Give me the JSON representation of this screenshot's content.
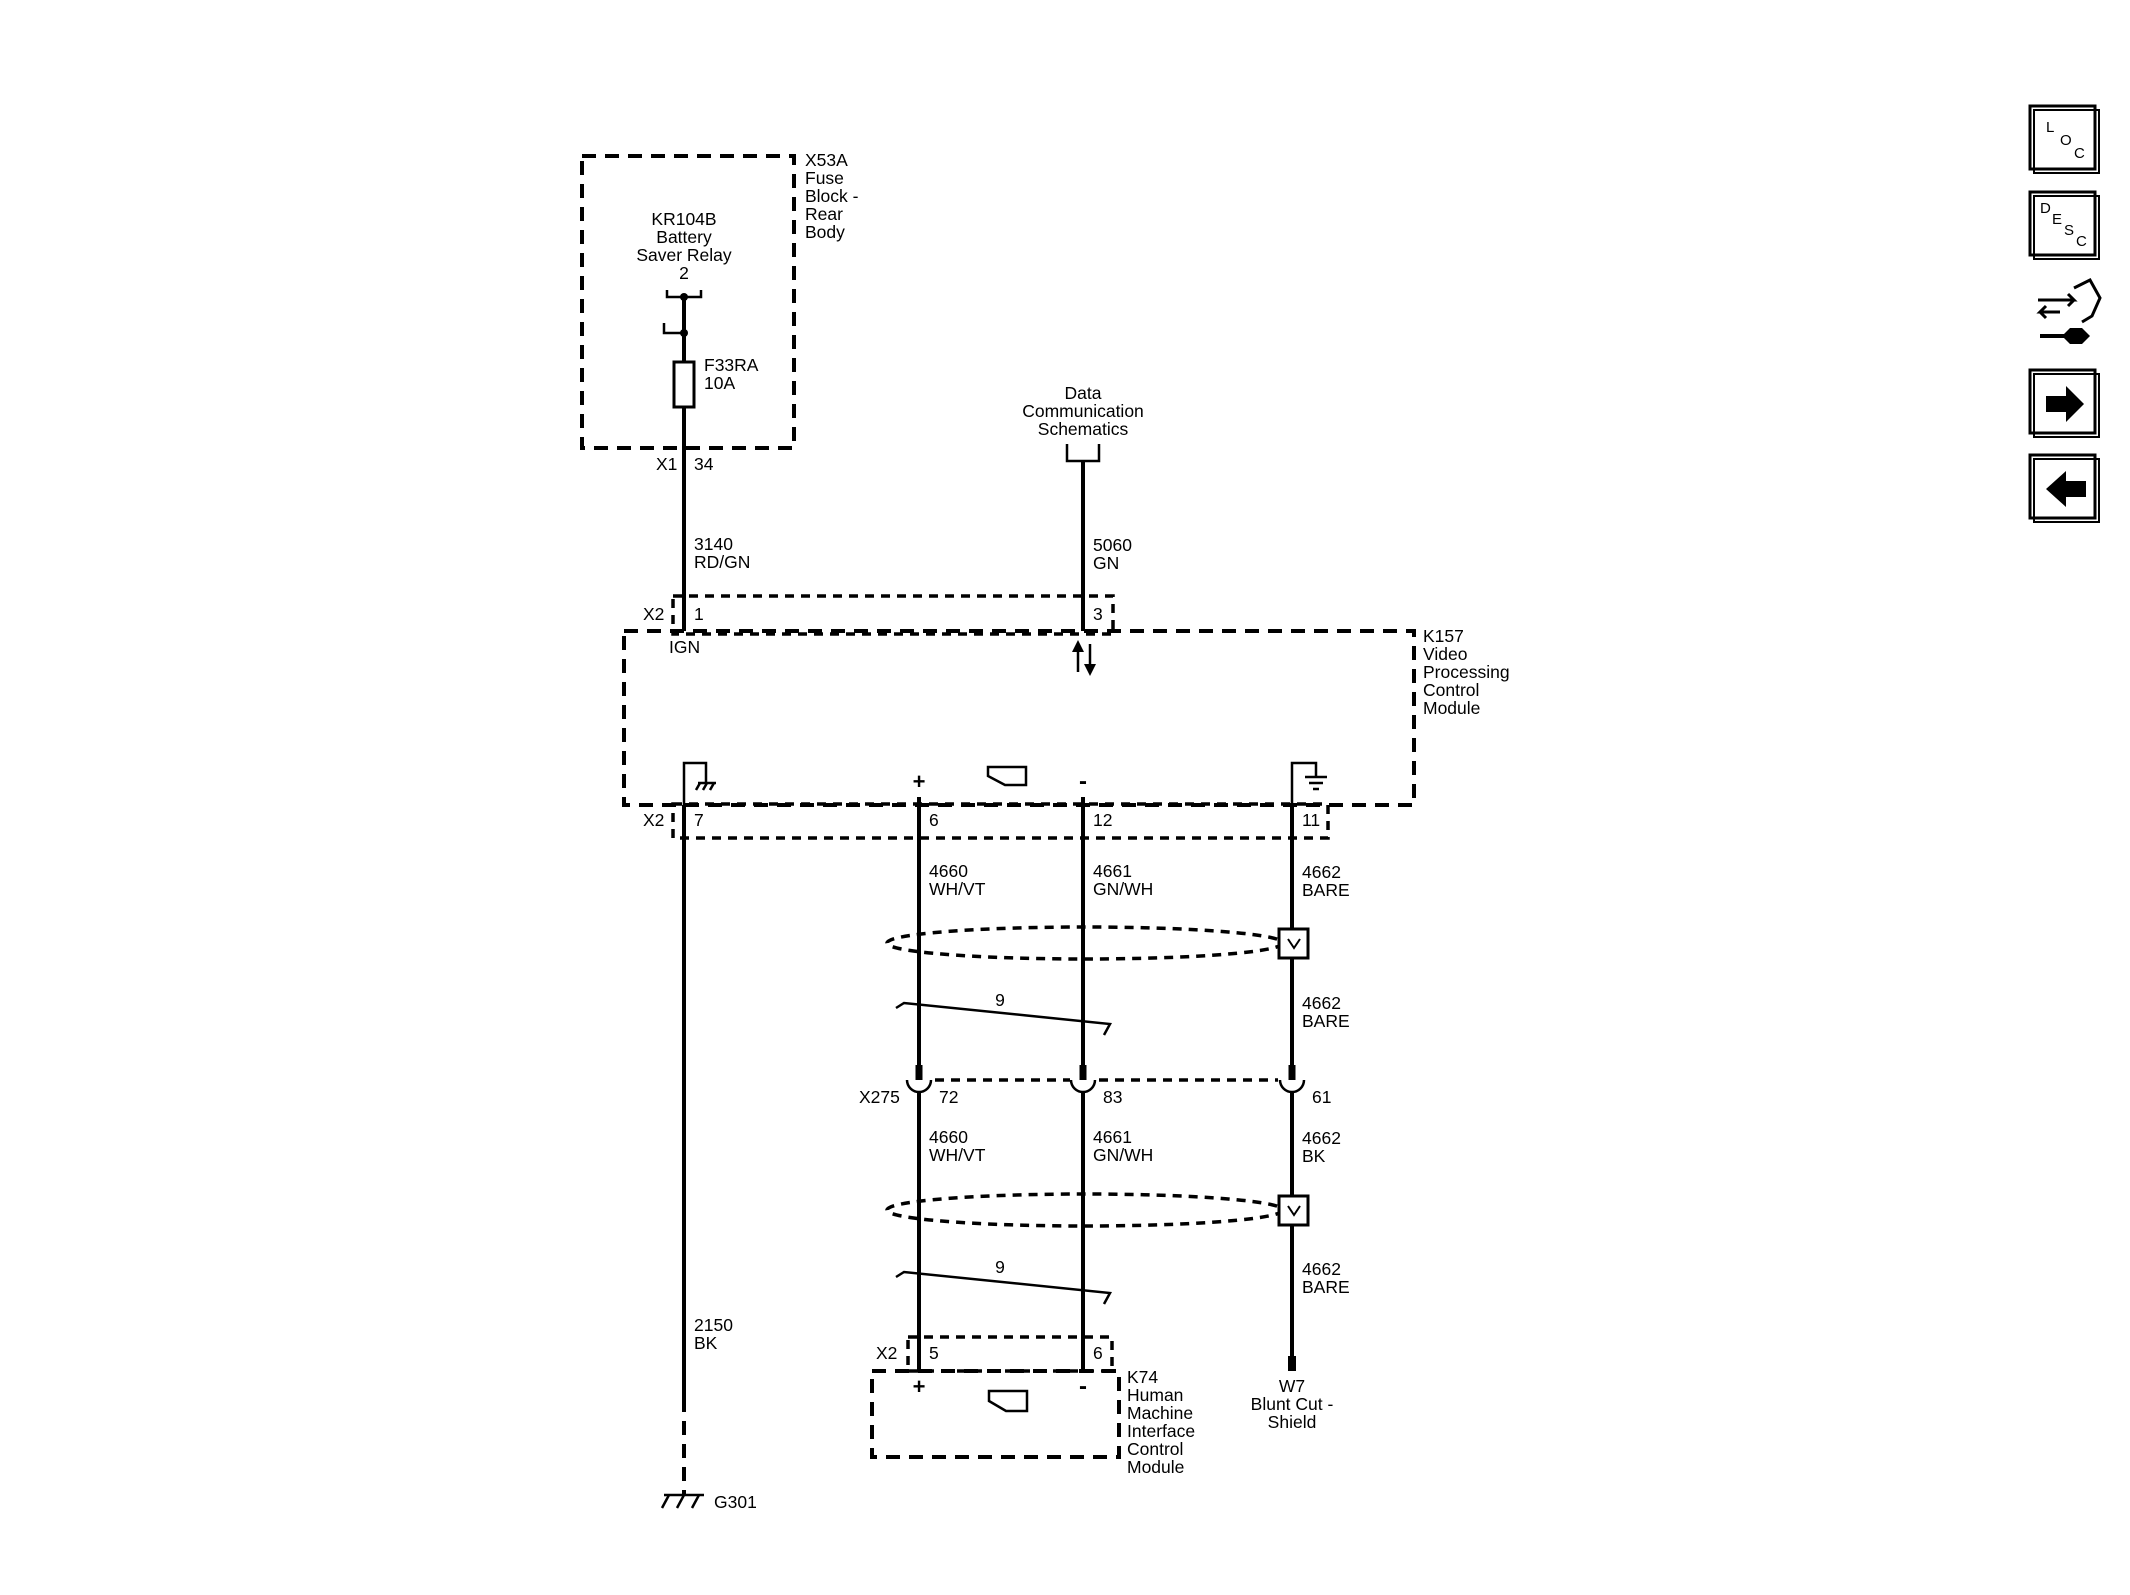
{
  "fuse_block": {
    "ref": "X53A",
    "name": [
      "Fuse",
      "Block -",
      "Rear",
      "Body"
    ],
    "relay": [
      "KR104B",
      "Battery",
      "Saver Relay",
      "2"
    ],
    "fuse": [
      "F33RA",
      "10A"
    ],
    "connector": "X1",
    "pin": "34"
  },
  "data_comm": [
    "Data",
    "Communication",
    "Schematics"
  ],
  "wires": {
    "w3140": [
      "3140",
      "RD/GN"
    ],
    "w5060": [
      "5060",
      "GN"
    ],
    "w2150": [
      "2150",
      "BK"
    ],
    "w4660_a": [
      "4660",
      "WH/VT"
    ],
    "w4661_a": [
      "4661",
      "GN/WH"
    ],
    "w4662_a": [
      "4662",
      "BARE"
    ],
    "w4662_b": [
      "4662",
      "BARE"
    ],
    "w4660_b": [
      "4660",
      "WH/VT"
    ],
    "w4661_b": [
      "4661",
      "GN/WH"
    ],
    "w4662_c": [
      "4662",
      "BK"
    ],
    "w4662_d": [
      "4662",
      "BARE"
    ]
  },
  "k157": {
    "name": [
      "K157",
      "Video",
      "Processing",
      "Control",
      "Module"
    ],
    "top_connector": "X2",
    "top_pins": [
      "1",
      "3"
    ],
    "ign": "IGN",
    "bottom_connector": "X2",
    "bottom_pins": [
      "7",
      "6",
      "12",
      "11"
    ],
    "plus": "+",
    "minus": "-"
  },
  "twist1": "9",
  "twist2": "9",
  "x275": {
    "ref": "X275",
    "pins": [
      "72",
      "83",
      "61"
    ]
  },
  "k74": {
    "connector": "X2",
    "pins": [
      "5",
      "6"
    ],
    "name": [
      "K74",
      "Human",
      "Machine",
      "Interface",
      "Control",
      "Module"
    ],
    "plus": "+",
    "minus": "-"
  },
  "w7": [
    "W7",
    "Blunt Cut -",
    "Shield"
  ],
  "ground": "G301",
  "nav": {
    "loc": [
      "L",
      "O",
      "C"
    ],
    "desc": [
      "D",
      "E",
      "S",
      "C"
    ]
  }
}
